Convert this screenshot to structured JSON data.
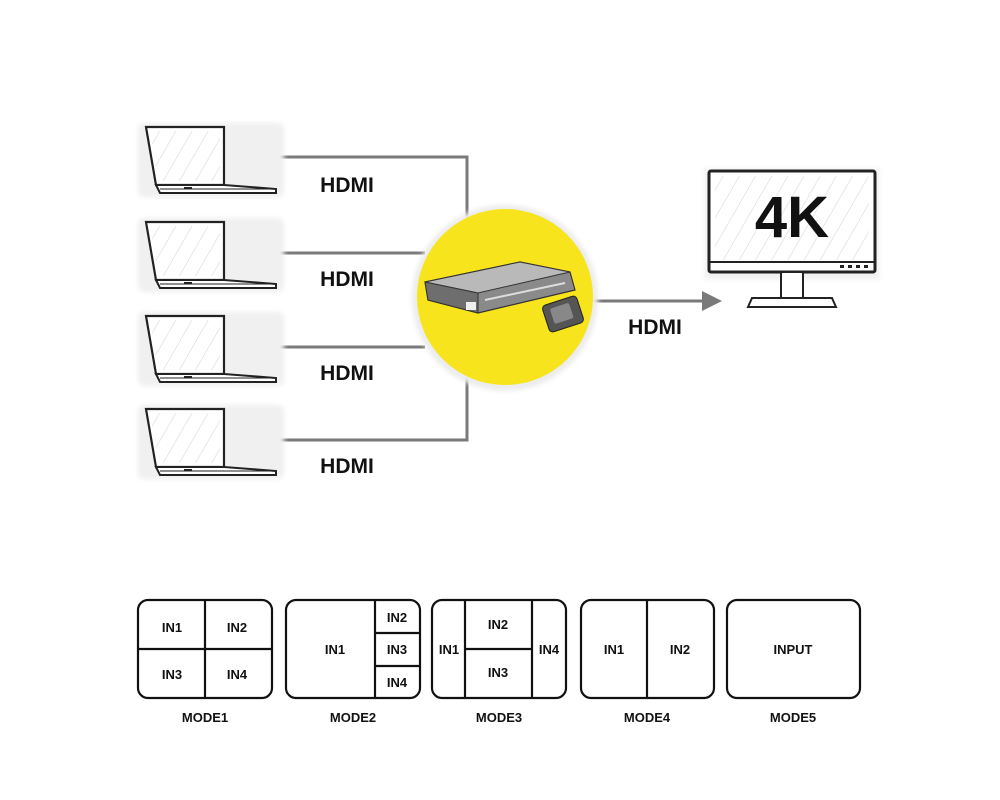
{
  "inputs": [
    {
      "cable_label": "HDMI"
    },
    {
      "cable_label": "HDMI"
    },
    {
      "cable_label": "HDMI"
    },
    {
      "cable_label": "HDMI"
    }
  ],
  "output": {
    "cable_label": "HDMI",
    "display_text": "4K"
  },
  "switch_icon": "multiviewer-switch-with-remote-icon",
  "accent_color": "#f7e41c",
  "modes": [
    {
      "caption": "MODE1",
      "labels": [
        "IN1",
        "IN2",
        "IN3",
        "IN4"
      ]
    },
    {
      "caption": "MODE2",
      "labels": [
        "IN1",
        "IN2",
        "IN3",
        "IN4"
      ]
    },
    {
      "caption": "MODE3",
      "labels": [
        "IN1",
        "IN2",
        "IN3",
        "IN4"
      ]
    },
    {
      "caption": "MODE4",
      "labels": [
        "IN1",
        "IN2"
      ]
    },
    {
      "caption": "MODE5",
      "labels": [
        "INPUT"
      ]
    }
  ]
}
